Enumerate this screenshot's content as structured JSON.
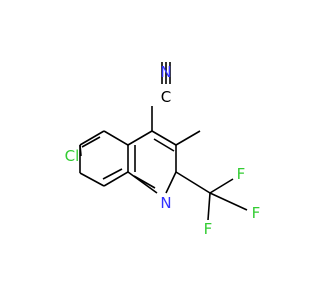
{
  "molecule": {
    "atoms": {
      "cl": {
        "text": "Cl",
        "color": "#33cc33"
      },
      "n_ring": {
        "text": "N",
        "color": "#3333ff"
      },
      "n_nitrile": {
        "text": "N",
        "color": "#3333ff"
      },
      "c_nitrile": {
        "text": "C",
        "color": "#000000"
      },
      "f_top": {
        "text": "F",
        "color": "#33cc33"
      },
      "f_right": {
        "text": "F",
        "color": "#33cc33"
      },
      "f_bottom": {
        "text": "F",
        "color": "#33cc33"
      }
    }
  }
}
